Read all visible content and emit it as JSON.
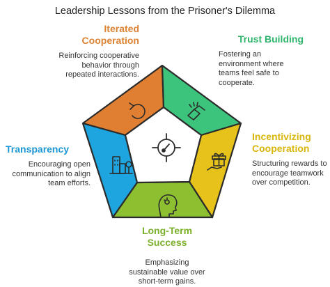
{
  "title": "Leadership Lessons from the Prisoner's Dilemma",
  "segments": [
    {
      "id": "iterated",
      "title_lines": [
        "Iterated",
        "Cooperation"
      ],
      "desc_lines": [
        "Reinforcing cooperative",
        "behavior through",
        "repeated interactions."
      ],
      "color": "#E07F31",
      "title_color": "#DD8232",
      "icon": "cycle-arrow-icon"
    },
    {
      "id": "trust",
      "title_lines": [
        "Trust Building"
      ],
      "desc_lines": [
        "Fostering an",
        "environment where",
        "teams feel safe to",
        "cooperate."
      ],
      "color": "#3CC47D",
      "title_color": "#2FB56C",
      "icon": "handshake-icon"
    },
    {
      "id": "incent",
      "title_lines": [
        "Incentivizing",
        "Cooperation"
      ],
      "desc_lines": [
        "Structuring rewards to",
        "encourage teamwork",
        "over competition."
      ],
      "color": "#E6C21B",
      "title_color": "#D9B60B",
      "icon": "gift-icon"
    },
    {
      "id": "longterm",
      "title_lines": [
        "Long-Term",
        "Success"
      ],
      "desc_lines": [
        "Emphasizing",
        "sustainable value over",
        "short-term gains."
      ],
      "color": "#8DC030",
      "title_color": "#7BB02A",
      "icon": "head-thinking-icon"
    },
    {
      "id": "transp",
      "title_lines": [
        "Transparency"
      ],
      "desc_lines": [
        "Encouraging open",
        "communication to align",
        "team efforts."
      ],
      "color": "#1EA5DF",
      "title_color": "#1B97D3",
      "icon": "city-building-icon"
    }
  ],
  "center_icon": "target-dial-icon",
  "outline_color": "#2B2B2B"
}
